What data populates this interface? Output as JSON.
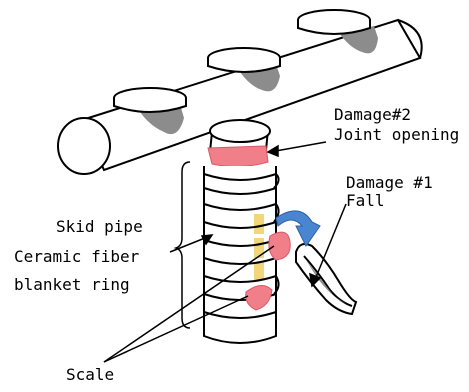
{
  "labels": {
    "damage2_title": "Damage#2",
    "damage2_sub": "Joint opening",
    "damage1_title": "Damage #1",
    "damage1_sub": "Fall",
    "skid_pipe": "Skid pipe",
    "ceramic_line1": "Ceramic fiber",
    "ceramic_line2": "blanket ring",
    "scale": "Scale"
  },
  "colors": {
    "damage_fill": "#f07f8a",
    "arrow_fill": "#4a86d0",
    "blanket_fill": "#f1d67a",
    "shadow_fill": "#8c8c8c",
    "line": "#000000"
  }
}
